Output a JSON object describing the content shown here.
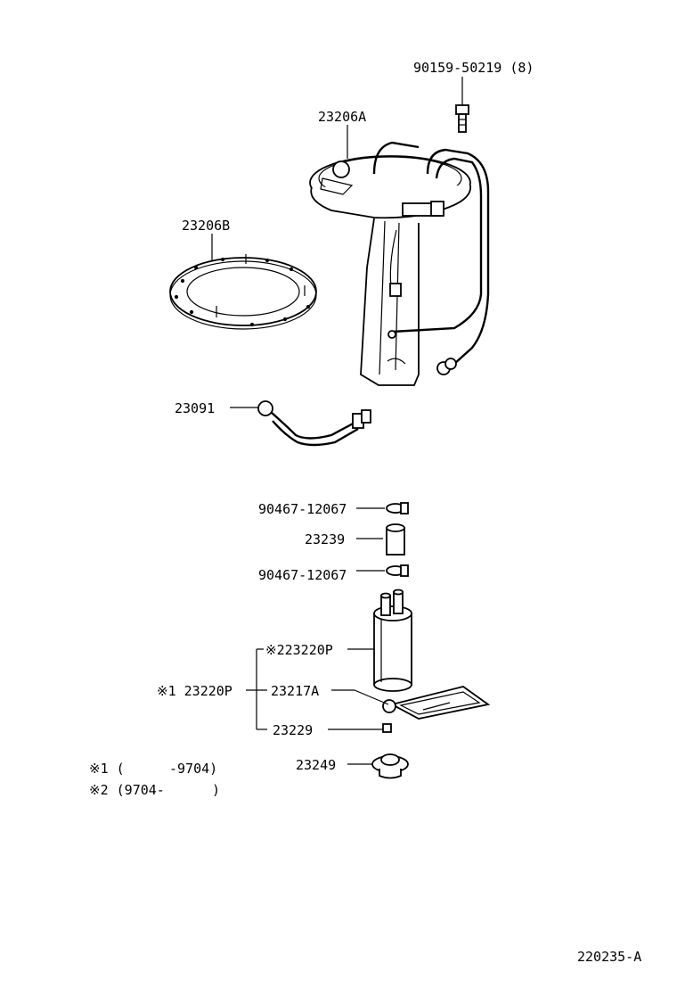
{
  "labels": {
    "bolt": "90159-50219 (8)",
    "sender_gauge": "23206A",
    "gasket": "23206B",
    "hose_assembly": "23091",
    "clamp_upper": "90467-12067",
    "hose_short": "23239",
    "clamp_lower": "90467-12067",
    "pump_variant2": "※223220P",
    "pump_variant1": "※1 23220P",
    "filter": "23217A",
    "spacer": "23229",
    "cushion": "23249"
  },
  "notes": {
    "note1_mark": "※1 (",
    "note1_range": "-9704)",
    "note2_mark": "※2 (9704-",
    "note2_close": ")"
  },
  "figure_id": "220235-A"
}
